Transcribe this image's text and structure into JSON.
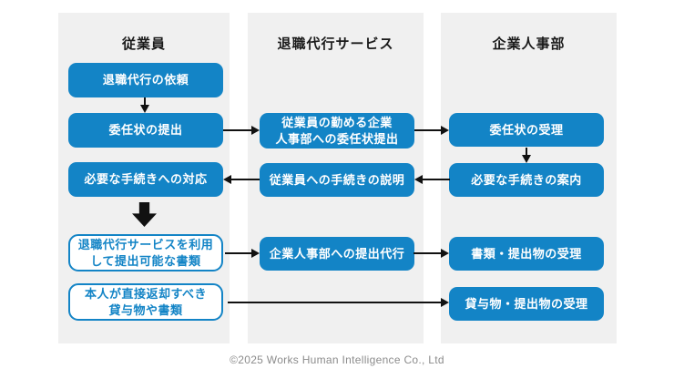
{
  "columns": [
    {
      "title": "従業員",
      "boxes": [
        {
          "label": "退職代行の依頼",
          "style": "solid"
        },
        {
          "label": "委任状の提出",
          "style": "solid"
        },
        {
          "label": "必要な手続きへの対応",
          "style": "solid"
        },
        {
          "label": "退職代行サービスを利用\nして提出可能な書類",
          "style": "outline"
        },
        {
          "label": "本人が直接返却すべき\n貸与物や書類",
          "style": "outline"
        }
      ]
    },
    {
      "title": "退職代行サービス",
      "boxes": [
        {
          "label": "従業員の勤める企業\n人事部への委任状提出",
          "style": "solid"
        },
        {
          "label": "従業員への手続きの説明",
          "style": "solid"
        },
        {
          "label": "企業人事部への提出代行",
          "style": "solid"
        }
      ]
    },
    {
      "title": "企業人事部",
      "boxes": [
        {
          "label": "委任状の受理",
          "style": "solid"
        },
        {
          "label": "必要な手続きの案内",
          "style": "solid"
        },
        {
          "label": "書類・提出物の受理",
          "style": "solid"
        },
        {
          "label": "貸与物・提出物の受理",
          "style": "solid"
        }
      ]
    }
  ],
  "footer": "©2025 Works Human Intelligence Co., Ltd",
  "colors": {
    "accent_blue": "#1384c6",
    "panel_gray": "#f0f0f0",
    "arrow_black": "#111111",
    "footer_gray": "#8c8c8c"
  }
}
